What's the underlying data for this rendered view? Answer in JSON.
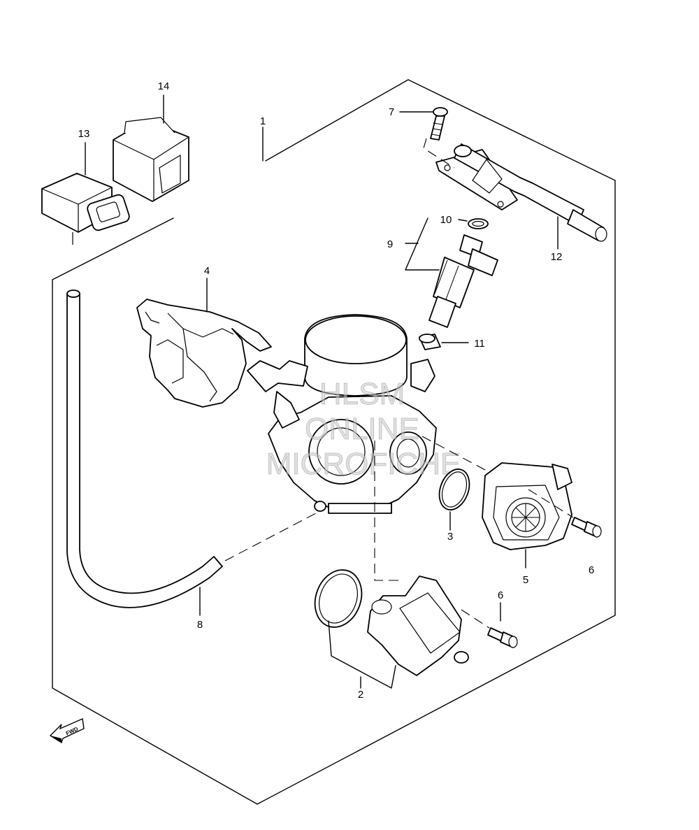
{
  "callouts": {
    "c1": "1",
    "c2": "2",
    "c3": "3",
    "c4": "4",
    "c5": "5",
    "c6a": "6",
    "c6b": "6",
    "c7": "7",
    "c8": "8",
    "c9": "9",
    "c10": "10",
    "c11": "11",
    "c12": "12",
    "c13": "13",
    "c14": "14"
  },
  "watermark": {
    "line1": "HLSM",
    "line2": "ONLINE",
    "line3": "MICROFICHE"
  },
  "fwd_arrow": {
    "label": "FWD"
  }
}
